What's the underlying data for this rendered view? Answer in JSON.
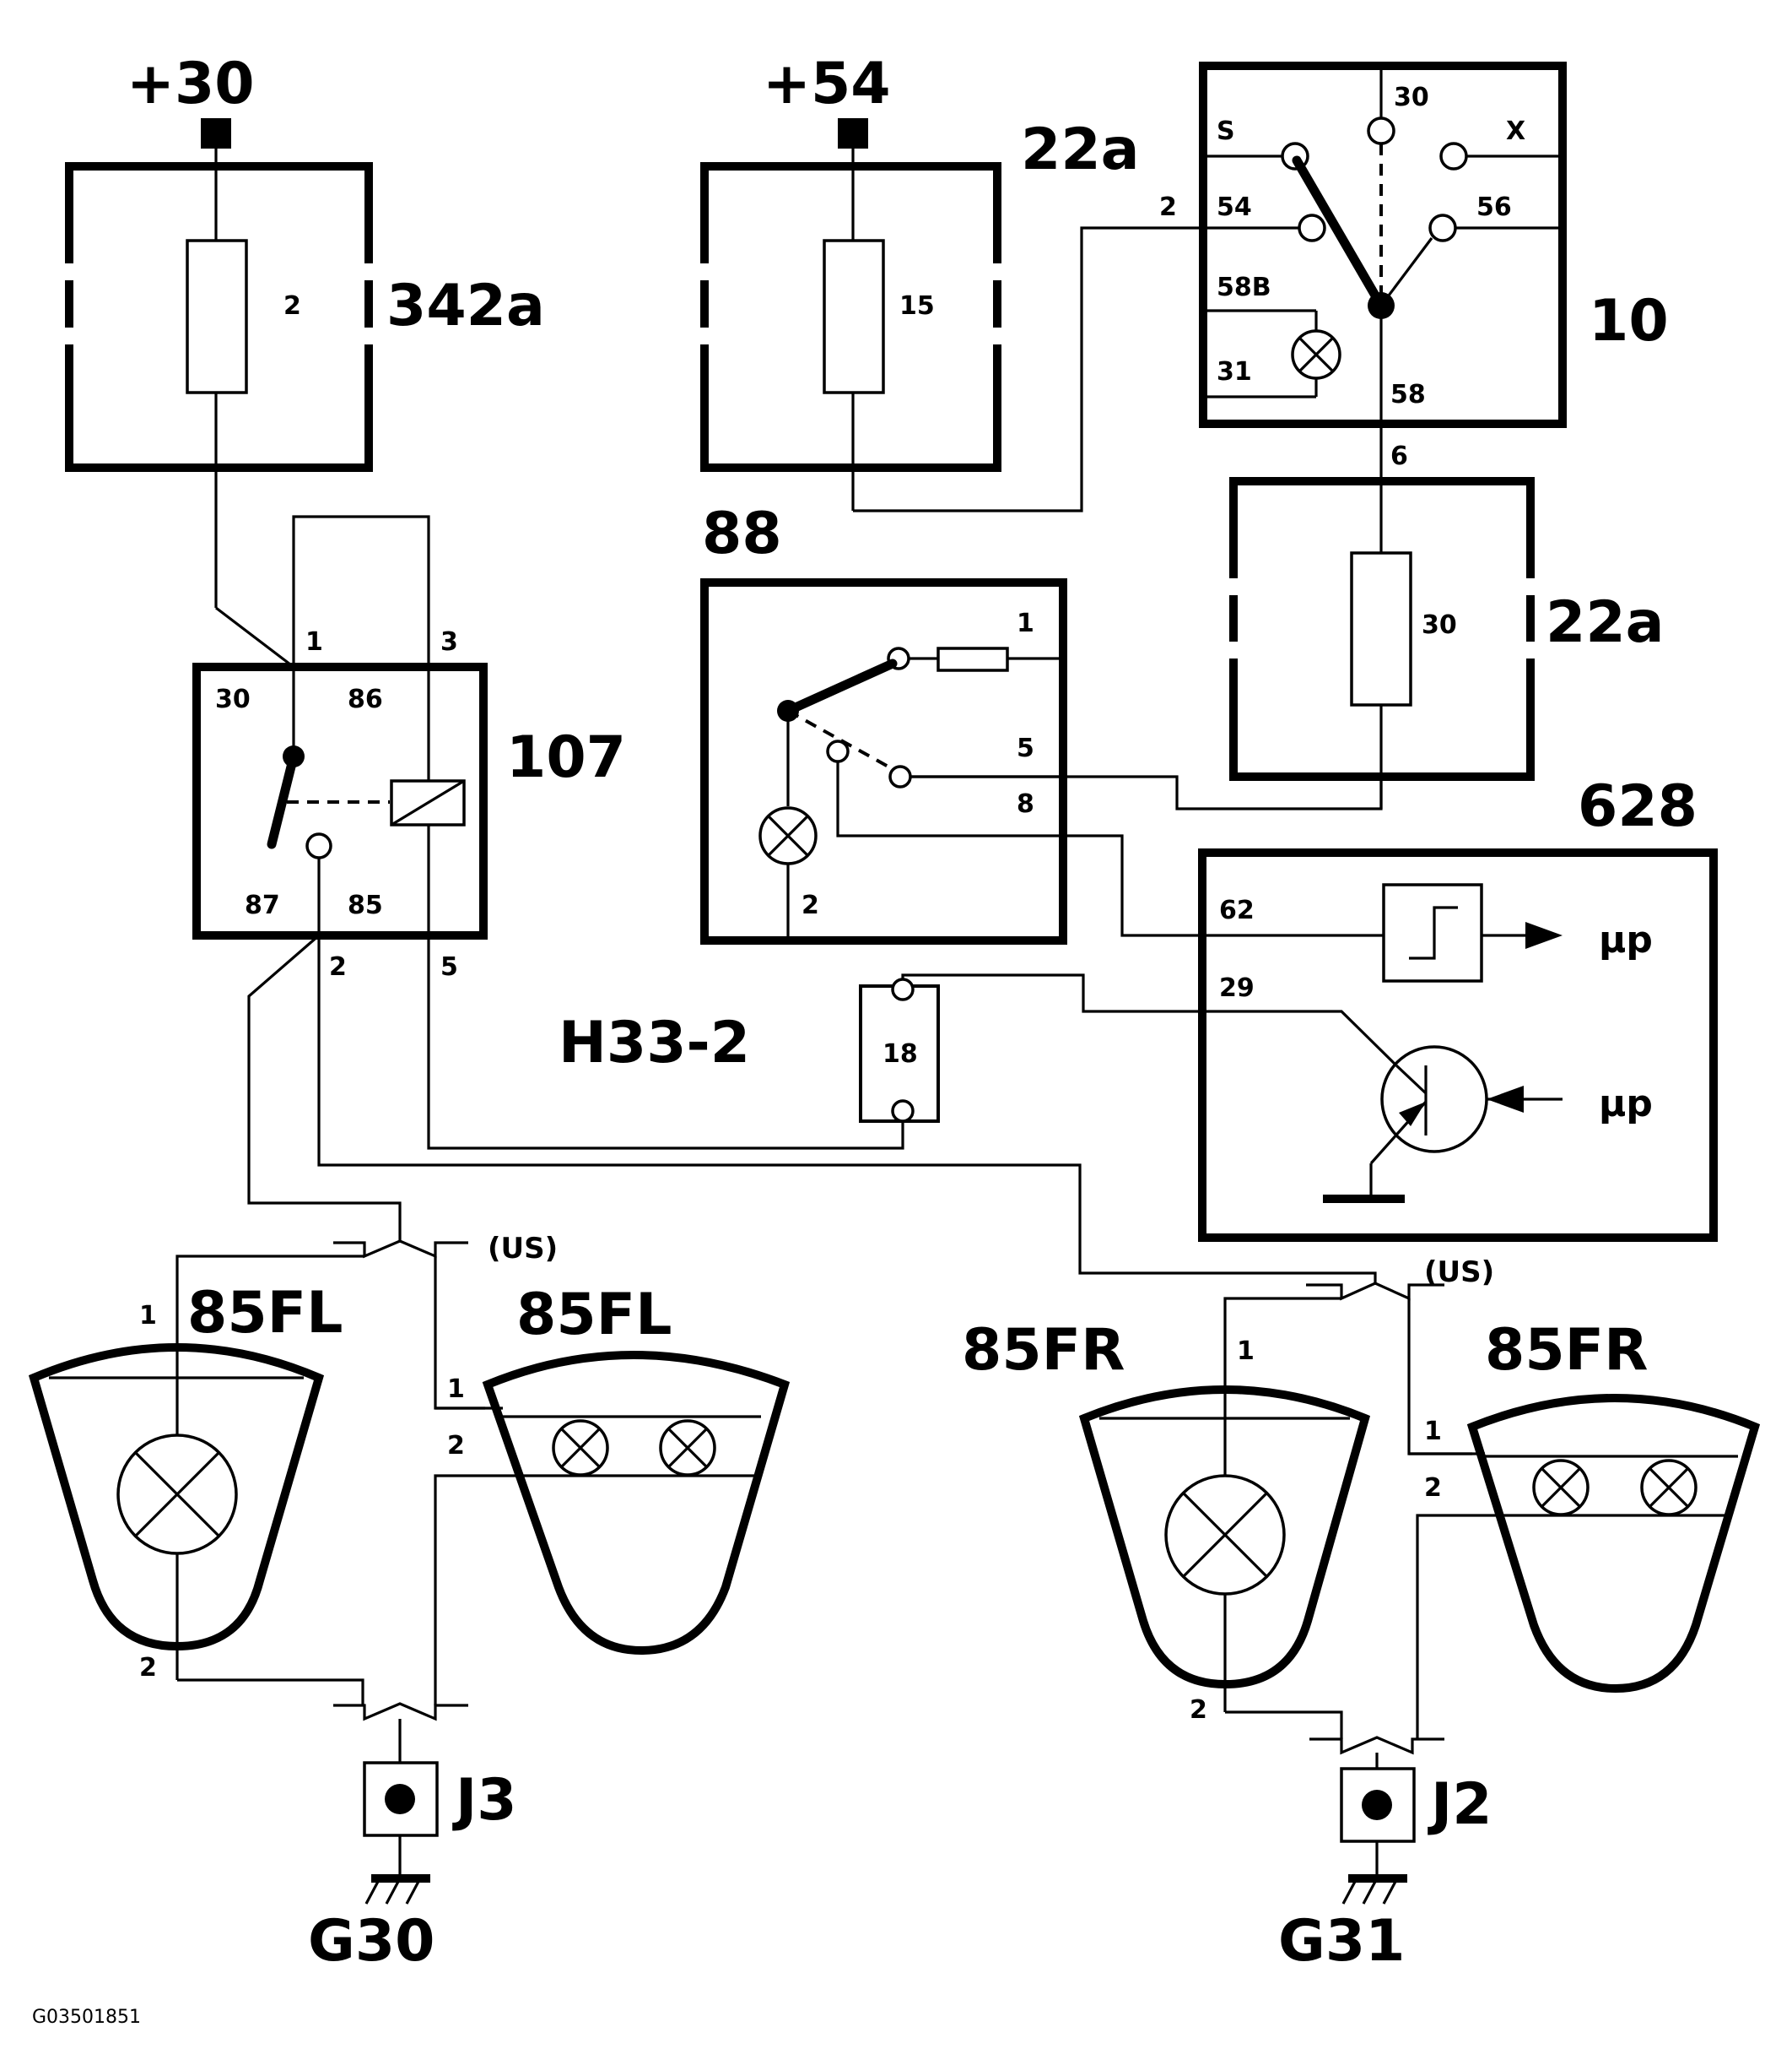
{
  "labels": {
    "supply_30": "+30",
    "supply_54": "+54",
    "fuse_box_left": "342a",
    "fuse_box_top": "22a",
    "fuse_box_mid": "22a",
    "switch": "10",
    "relay": "107",
    "indicator_switch": "88",
    "control_module": "628",
    "connector": "H33-2",
    "lamp_fl_1": "85FL",
    "lamp_fl_2": "85FL",
    "lamp_fr_1": "85FR",
    "lamp_fr_2": "85FR",
    "joint_left": "J3",
    "joint_right": "J2",
    "ground_left": "G30",
    "ground_right": "G31",
    "us_left": "(US)",
    "us_right": "(US)",
    "mu_p_1": "µp",
    "mu_p_2": "µp",
    "figure_id": "G03501851"
  },
  "fuses": {
    "f2": "2",
    "f15": "15",
    "f30": "30"
  },
  "switch_pins": {
    "s": "S",
    "p30": "30",
    "x": "X",
    "p2": "2",
    "p54": "54",
    "p56": "56",
    "p58b": "58B",
    "p31": "31",
    "p58": "58",
    "p6": "6"
  },
  "relay_pins": {
    "w1": "1",
    "w3": "3",
    "p30": "30",
    "p86": "86",
    "p87": "87",
    "p85": "85",
    "w2": "2",
    "w5": "5"
  },
  "indicator_pins": {
    "p1": "1",
    "p5": "5",
    "p8": "8",
    "p2": "2"
  },
  "module_pins": {
    "p62": "62",
    "p29": "29"
  },
  "connector_pin": "18",
  "lamp_pins": {
    "fl1_1": "1",
    "fl1_2": "2",
    "fl2_1": "1",
    "fl2_2": "2",
    "fr1_1": "1",
    "fr1_2": "2",
    "fr2_1": "1",
    "fr2_2": "2"
  }
}
